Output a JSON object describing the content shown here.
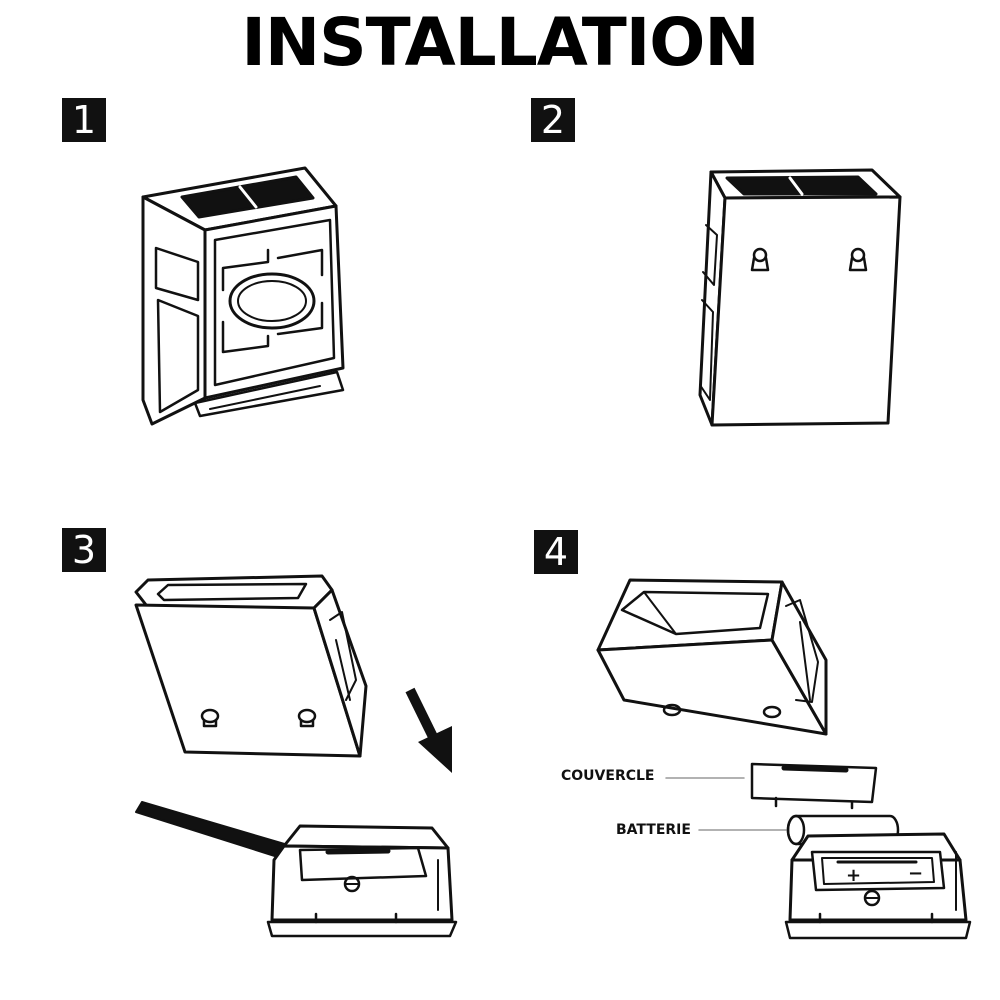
{
  "title": "INSTALLATION",
  "steps": [
    {
      "number": "1"
    },
    {
      "number": "2"
    },
    {
      "number": "3"
    },
    {
      "number": "4"
    }
  ],
  "labels": {
    "cover": "COUVERCLE",
    "battery": "BATTERIE"
  },
  "battery_polarity": {
    "plus": "+",
    "minus": "−"
  },
  "colors": {
    "ink": "#111111",
    "background": "#ffffff",
    "line": "#999999"
  }
}
